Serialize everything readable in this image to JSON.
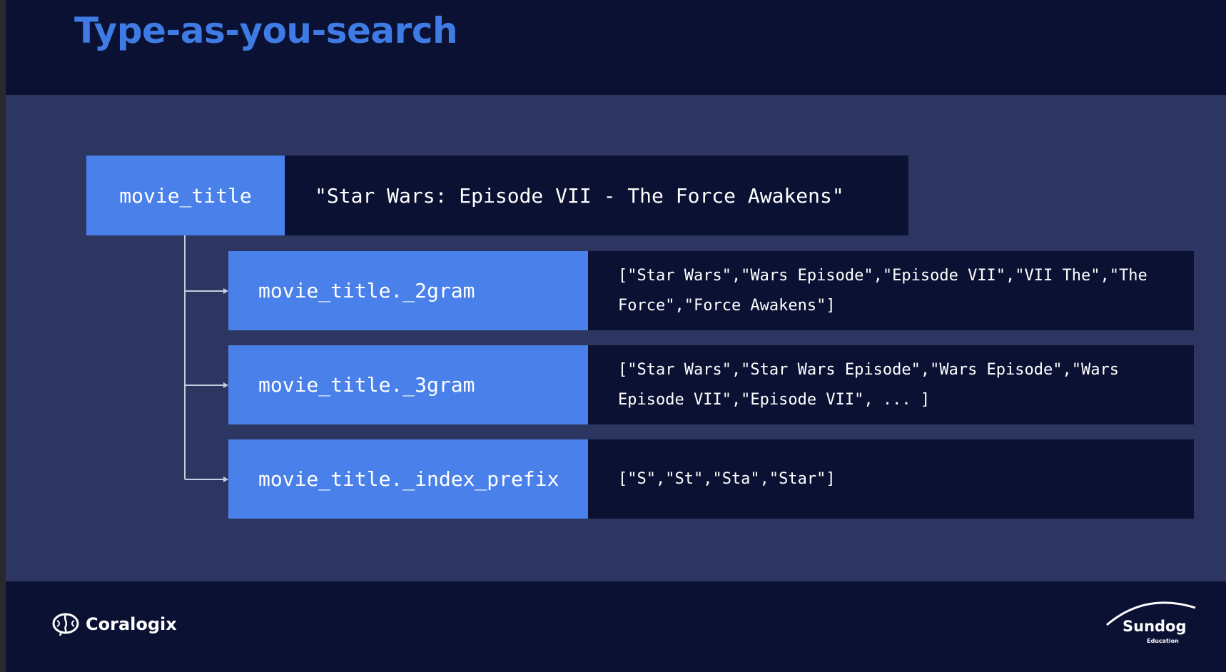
{
  "title": "Type-as-you-search",
  "root": {
    "field": "movie_title",
    "value": "\"Star Wars: Episode VII - The Force Awakens\""
  },
  "subfields": [
    {
      "field": "movie_title._2gram",
      "tokens": "[\"Star Wars\",\"Wars Episode\",\"Episode VII\",\"VII The\",\"The Force\",\"Force Awakens\"]"
    },
    {
      "field": "movie_title._3gram",
      "tokens": "[\"Star Wars\",\"Star Wars Episode\",\"Wars Episode\",\"Wars Episode VII\",\"Episode VII\", ... ]"
    },
    {
      "field": "movie_title._index_prefix",
      "tokens": "[\"S\",\"St\",\"Sta\",\"Star\"]"
    }
  ],
  "footer": {
    "left_logo": "Coralogix",
    "right_logo": "Sundog",
    "right_logo_sub": "Education"
  },
  "colors": {
    "background": "#0b1133",
    "content_band": "#2d3660",
    "field_box": "#4a80ea",
    "title": "#3f7be5",
    "connector": "#c8cce0"
  },
  "icons": {
    "left_logo_icon": "brain-icon",
    "right_logo_icon": "arc-icon"
  }
}
